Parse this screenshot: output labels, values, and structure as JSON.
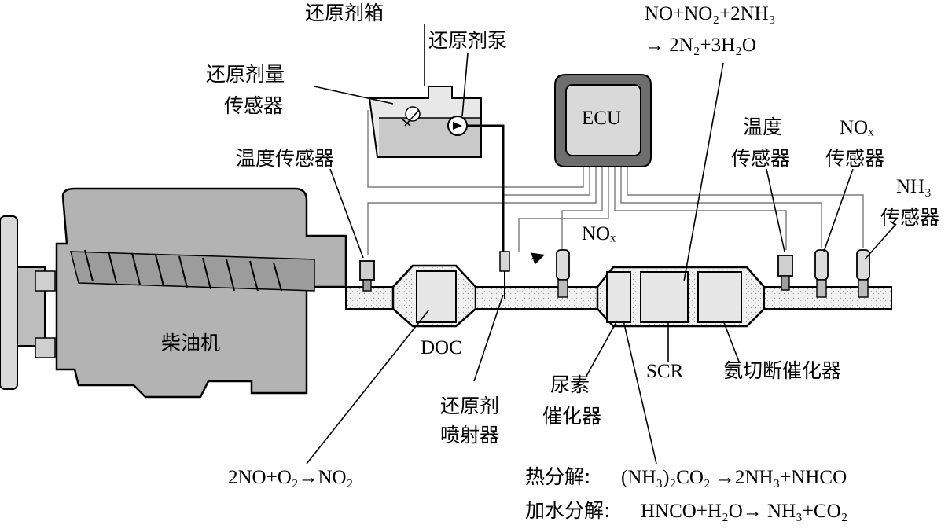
{
  "labels": {
    "reductant_tank": "还原剂箱",
    "reductant_pump": "还原剂泵",
    "reductant_level_sensor_l1": "还原剂量",
    "reductant_level_sensor_l2": "传感器",
    "temp_sensor_left": "温度传感器",
    "ecu": "ECU",
    "reaction_top_l1": "NO+NO₂+2NH₃",
    "reaction_top_l2": "→ 2N₂+3H₂O",
    "temp_sensor_right_l1": "温度",
    "temp_sensor_right_l2": "传感器",
    "nox_sensor_l1": "NOₓ",
    "nox_sensor_l2": "传感器",
    "nh3_sensor_l1": "NH₃",
    "nh3_sensor_l2": "传感器",
    "nox_flow": "NOₓ",
    "engine": "柴油机",
    "doc": "DOC",
    "injector_l1": "还原剂",
    "injector_l2": "喷射器",
    "urea_catalyst_l1": "尿素",
    "urea_catalyst_l2": "催化器",
    "scr": "SCR",
    "ammonia_slip_catalyst": "氨切断催化器",
    "reaction_doc": "2NO+O₂→NO₂",
    "thermolysis_label": "热分解:",
    "thermolysis_eq": "(NH₃)₂CO₂ →2NH₃+NHCO",
    "hydrolysis_label": "加水分解:",
    "hydrolysis_eq": "HNCO+H₂O→ NH₃+CO₂"
  },
  "colors": {
    "engine_fill": "#b3b3b3",
    "tank_fill": "#cdcdcd",
    "ecu_fill": "#6e6e6e",
    "exhaust_fill": "#efefef",
    "wire": "#7a7a7a"
  }
}
